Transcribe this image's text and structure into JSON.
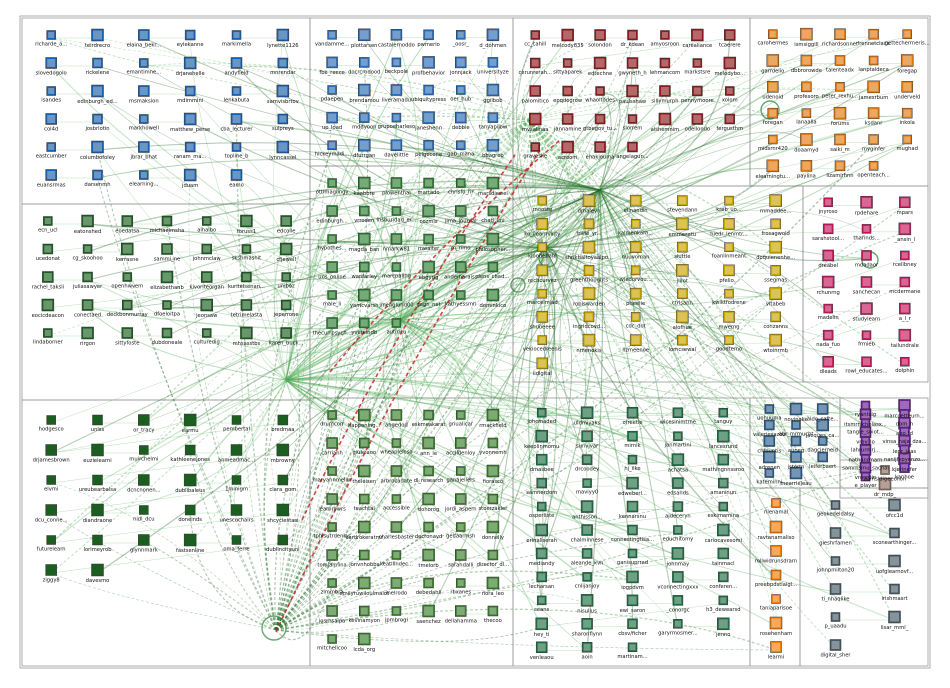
{
  "graph": {
    "groups": [
      {
        "id": "G1",
        "color": "#1a5fa8",
        "labels": [
          "richarde_a...",
          "teirdrecro",
          "elaina_bekr...",
          "eylekanne",
          "markimella",
          "lynette1126",
          "slovedogolo",
          "rickelene",
          "emantimne...",
          "drjanehelle",
          "andyfield",
          "mnrendar",
          "isandes",
          "edinburgh_ed...",
          "msmaksion",
          "mdimmini",
          "lenkabuta",
          "samvisbrtov",
          "col4d",
          "josbrlotin",
          "markhowell",
          "matthew_perse",
          "cba_lecturer",
          "sulpreys",
          "eastcumber",
          "columbofoley",
          "jbrar_bhat",
          "ranam_ma...",
          "topline_b",
          "lynncassel",
          "euansrmas",
          "darsenmh",
          "elearning...",
          "jduam",
          "eamo"
        ]
      },
      {
        "id": "G2",
        "color": "#2a6bb3",
        "labels": [
          "vandamme...",
          "plottarsen",
          "castalernoddo",
          "pwmerio",
          "_oosr_",
          "d_dohmen",
          "fbe_reece",
          "docrcrodood",
          "beckpole",
          "profbehavior",
          "jonnjack",
          "universityze",
          "pdaepen",
          "brendamou",
          "liveramadu",
          "ubiquitypress",
          "oer_hub",
          "ggilbob",
          "up_load",
          "mddyoon",
          "grupoeharleso",
          "janeshenn",
          "debbie",
          "tanyapilow",
          "hickeymadi...",
          "dfurrgan",
          "davelittle",
          "pelgecone",
          "gab_mana",
          "bbagreb"
        ]
      },
      {
        "id": "G3",
        "color": "#8b1a1a",
        "labels": [
          "cc_cahill",
          "melcody835",
          "solondon",
          "dr_kdean",
          "amyosroon",
          "carealiance",
          "tcaerere",
          "cerunrerah...",
          "sittyaparek",
          "edtechne",
          "gwyneth_h",
          "lehmancom",
          "markstsre",
          "melodybo...",
          "palomitico",
          "epqdogrow",
          "whaoltodes",
          "paulsshaw",
          "sillymurph",
          "pennymoore",
          "xolom",
          "mvsalinaa",
          "jannamine",
          "gtbegov_tu...",
          "slorrem",
          "alshemnim",
          "odellondo",
          "fergusthm",
          "graveslie",
          "acroom",
          "ehakjouma",
          "angelagun..."
        ]
      },
      {
        "id": "G4",
        "color": "#e07a10",
        "labels": [
          "carohermes",
          "ismsiggill",
          "richardsonnet",
          "frennetclaca",
          "gettecherrneris...",
          "garrdelio",
          "dbbrorowde",
          "talenteadx",
          "lanptaldeca",
          "foregap",
          "udenoid",
          "profesoro",
          "peter_rexhu...",
          "jamesrbum",
          "underveld",
          "foregan",
          "lanaalla",
          "forums",
          "ksdanr",
          "inkola",
          "midsrnr420",
          "doaamyd",
          "saiki_m",
          "myginfer",
          "mughad",
          "elearningtu...",
          "paylina",
          "lizamirhnn",
          "openteach..."
        ]
      },
      {
        "id": "G5",
        "color": "#c2185b",
        "labels": [
          "jnyroso",
          "rpdehare",
          "mpars",
          "sarahstool...",
          "tharinds...",
          "_ansin_l",
          "dreabel",
          "mdadaor",
          "rcelibney",
          "rchunrng",
          "sanchecan",
          "mcdermane",
          "madelin",
          "studylearn",
          "a_l_r",
          "nada_fuo",
          "frmieb",
          "tailundrale",
          "dleads",
          "rowl_educates...",
          "dolphin"
        ]
      },
      {
        "id": "G6",
        "color": "#c9a400",
        "labels": [
          "rnooste",
          "drhaleyn",
          "elinandin",
          "stevendann",
          "kreb_uo...",
          "rnmaddee...",
          "ko_ilearnvinty",
          "frillie_yr...",
          "kalmenkarn...",
          "emmesatu",
          "hiedr_lenmtr...",
          "frosagwold",
          "kloodebahl",
          "shrikhaltoyaalpo...",
          "nuuvoman",
          "sluttle",
          "foanlinmeant",
          "doquienenhe...",
          "rechcurvez",
          "greenthoughts",
          "wiedorvou...",
          "jlilot",
          "pfelio...",
          "ssegmas",
          "marcelmiad",
          "robiswarden",
          "pheelie",
          "ctrlsahn",
          "kwiktfodrene",
          "vitabeb",
          "shuoeeee",
          "ingridcovd...",
          "cdc_dot",
          "alofhue",
          "mwerng",
          "conzanns",
          "vekiocedreenis",
          "nmenokis",
          "lizmeenoe",
          "lomcsewai",
          "goodtemo",
          "wtoinrmb",
          "iidigital"
        ]
      },
      {
        "id": "G7",
        "color": "#2e7d32",
        "labels": [
          "ottimaglingy",
          "kaabbre",
          "plowenthal",
          "martado",
          "chrisfo_hr",
          "marsdiewel",
          "edinburgh...",
          "vrroden",
          "insburidad_er...",
          "cozmis",
          "jima_journal",
          "chad_uni",
          "hypothes...",
          "magda_ban",
          "nmarkw81",
          "mwaiter",
          "m_rimo",
          "philosopher...",
          "uos_online",
          "wanfarley",
          "marcpaling",
          "ebgyrig",
          "andemaraiss",
          "dens_chad...",
          "male_li",
          "yamcvarsh",
          "jmenglund00",
          "gagn_net",
          "kathyessmri",
          "dominkico",
          "thecurrpsych...",
          "yvetelndb",
          "autiricu"
        ]
      },
      {
        "id": "G8",
        "color": "#1b5e20",
        "labels": [
          "ecn_ucl",
          "eatonshed",
          "eoedatsa",
          "michaelmsha",
          "alhaibo",
          "toruss1",
          "edcolle",
          "ucedonat",
          "cg_skoohoo",
          "kerrasne",
          "sammi_ne",
          "johnmclaw",
          "skshmashit",
          "cfjewell",
          "rachel_taksli",
          "juliasawyer",
          "openhwvem",
          "elizabethanb",
          "kivoriteorgan",
          "kuritelsenan...",
          "uniboz",
          "eocicdeacon",
          "conectaed",
          "deckbonmurray",
          "dfoeloitpa",
          "jeonsaw",
          "tetrimelasta",
          "jeperrone",
          "lindaborner",
          "rirgon",
          "sittyfoste",
          "dubdoneale",
          "culturedig",
          "mhsasstbs",
          "karen_buck...",
          "hodgesco",
          "unlss",
          "or_tracy",
          "earmu",
          "pembertal",
          "bredmaa",
          "drjamesbrown",
          "euzielearni",
          "muirchelmi",
          "kathleenejones",
          "anmeadmac...",
          "mbrowny",
          "elvmi",
          "ureubearbalsa",
          "dcncnonen...",
          "dublibaleus",
          "1minigm",
          "clara_gom",
          "dcu_conne...",
          "diandraone",
          "nidl_dcu",
          "doneinds",
          "unescochairs",
          "shcyclestasi",
          "futurelearn",
          "lorimeyrob",
          "glynnmark",
          "fastsenline",
          "oma_ferre",
          "dublincityuni",
          "ziggy8",
          "davesmo"
        ]
      },
      {
        "id": "G9",
        "color": "#3a7d2c",
        "labels": [
          "drumcorr",
          "happening...",
          "angedod",
          "eskmeakarat",
          "griualicar",
          "rmackfield",
          "carrianh",
          "giuleiaoo",
          "wheapleloso",
          "ann_le",
          "acclidenloy",
          "yvonnemh",
          "maryannmellin",
          "theleisen",
          "arbrocadate",
          "dl_research",
          "ganajellers",
          "fiorasco",
          "learnrowrs",
          "teachtal",
          "accessible",
          "dohorog",
          "jordi_aspern",
          "stoerzakler",
          "tphisutrdenlas",
          "cardrokeratmr",
          "charlesbaster",
          "decronavd",
          "gelfaarmsh",
          "donnelly",
          "tomlamlina",
          "jonvnhobbs",
          "keatllindec...",
          "tmelorb",
          "sarahdalli",
          "director_dl...",
          "zimmbra",
          "emilyruwiloulmalot",
          "melrodo",
          "debedahli",
          "rbxanes",
          "nora_leo",
          "josrhsalpa",
          "kevinamyon",
          "jpmbrogi",
          "saenchez",
          "dellahamma",
          "thecoo",
          "mitchellcoo",
          "lcda_org"
        ]
      },
      {
        "id": "G10",
        "color": "#1f6e43",
        "labels": [
          "johcmaded",
          "uldmiyaks",
          "ofreetie",
          "wicesinimtrne",
          "tanguy",
          "keeplinmomu",
          "sunvjvar",
          "mirnik",
          "janmartini",
          "lancesrund",
          "dmasbee",
          "drcoodey",
          "hj_ilke",
          "achatsa",
          "mathingnnssroo",
          "samnerdom",
          "maviyy0",
          "edweberl...",
          "edsands",
          "amaninun",
          "osperliste",
          "anthisson...",
          "kennarsnu",
          "ajdeceryn",
          "eskimamina",
          "erinaliserah",
          "chalminnese",
          "connectingtlsa...",
          "educhitomy",
          "cariocavesomi",
          "mediandy",
          "aleande_kvn",
          "ganisuprrad",
          "johnmay",
          "tainmacl",
          "lecharsan",
          "cnlijanjoy",
          "iogpdvm",
          "vconnectingxxx",
          "conferen...",
          "ceans",
          "nisulius",
          "ewi_saron",
          "_conorgc",
          "h3_dewearsd",
          "hey_ti",
          "sharonflynn",
          "cbsv/ficher",
          "garyrmosmer...",
          "jenno",
          "venleaou",
          "aoin",
          "martinam..."
        ]
      },
      {
        "id": "G11",
        "color": "#2b5d8c",
        "labels": [
          "uohuuma",
          "novinake",
          "aldo_cafte...",
          "valeriesazou",
          "abr_mrmucht",
          "jacques_ca...",
          "chfountis",
          "auneg",
          "dagcjerneid",
          "adrenen",
          "jstortn",
          "leiferbaert",
          "kateminni",
          "mearriejeau"
        ]
      },
      {
        "id": "G12",
        "color": "#6a1b9a",
        "labels": [
          "ryantsig",
          "marcoetteurn...",
          "itsmrnicholasx...",
          "dom_h",
          "tangle_soiot...",
          "abo_id",
          "vrov_lo",
          "vinsa_naja_dza...",
          "lahrurmrj...",
          "lenr_jaas",
          "nathanrmarn",
          "nanijfypyenzo...",
          "samrnsmu_sachal",
          "kjerinefer",
          "vroordin",
          "kanhoe",
          "e_player"
        ]
      },
      {
        "id": "G13",
        "color": "#f57c00",
        "labels": [
          "rilenamal",
          "ravtanamaliso",
          "rollwidrunsdrarn",
          "preebpdstlaigl...",
          "taniaparisoe",
          "rosehenham",
          "learmi"
        ]
      },
      {
        "id": "G14",
        "color": "#455a64",
        "labels": [
          "geokedeldalsy",
          "ofcc1d",
          "gieshrfamen",
          "sconearthinger...",
          "johnpmilton20",
          "uofglearnovf...",
          "ti_nhaqlike",
          "irishmasrt",
          "p_uaadu",
          "lisar_mml_",
          "digital_sher"
        ]
      },
      {
        "id": "G15",
        "color": "#8d6e63",
        "labels": [
          "aamsldigeeolion",
          "dr_mdp_"
        ]
      }
    ]
  }
}
